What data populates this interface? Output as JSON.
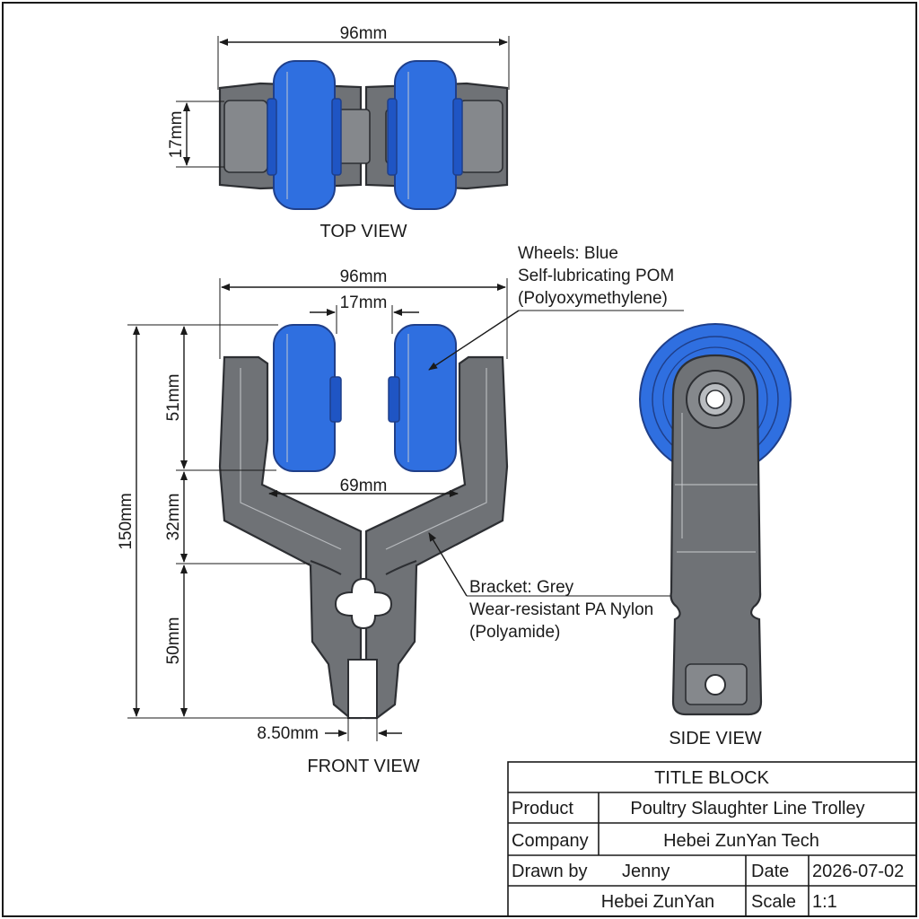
{
  "top_view": {
    "label": "TOP VIEW",
    "dim_width": "96mm",
    "dim_depth": "17mm"
  },
  "front_view": {
    "label": "FRONT VIEW",
    "dim_width": "96mm",
    "dim_gap": "17mm",
    "dim_inner": "69mm",
    "dim_total_height": "150mm",
    "dim_wheel_height": "51mm",
    "dim_fork_height": "32mm",
    "dim_stem_height": "50mm",
    "dim_slot": "8.50mm"
  },
  "side_view": {
    "label": "SIDE VIEW"
  },
  "callouts": {
    "wheels": [
      "Wheels: Blue",
      "Self-lubricating POM",
      "(Polyoxymethylene)"
    ],
    "bracket": [
      "Bracket: Grey",
      "Wear-resistant PA Nylon",
      "(Polyamide)"
    ]
  },
  "title_block": {
    "heading": "TITLE BLOCK",
    "product_label": "Product",
    "product_value": "Poultry Slaughter Line Trolley",
    "company_label": "Company",
    "company_value": "Hebei ZunYan Tech",
    "drawn_by_label": "Drawn by",
    "drawn_by_value": "Jenny",
    "date_label": "Date",
    "date_value": "2026-07-02",
    "footer_left": "Hebei ZunYan",
    "scale_label": "Scale",
    "scale_value": "1:1"
  },
  "colors": {
    "wheel": "#2f6fe0",
    "bracket": "#6f7276"
  }
}
